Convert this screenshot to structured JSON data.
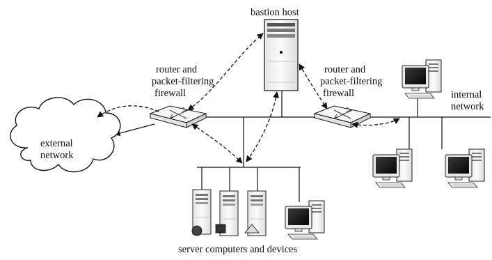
{
  "labels": {
    "bastion_host": "bastion host",
    "router_left": [
      "router and",
      "packet-filtering",
      "firewall"
    ],
    "router_right": [
      "router and",
      "packet-filtering",
      "firewall"
    ],
    "external_network": [
      "external",
      "network"
    ],
    "internal_network": [
      "internal",
      "network"
    ],
    "servers": "server computers and devices"
  },
  "colors": {
    "line": "#111111",
    "monitor_screen": "#111111",
    "case_fill": "#f4f4f4"
  }
}
